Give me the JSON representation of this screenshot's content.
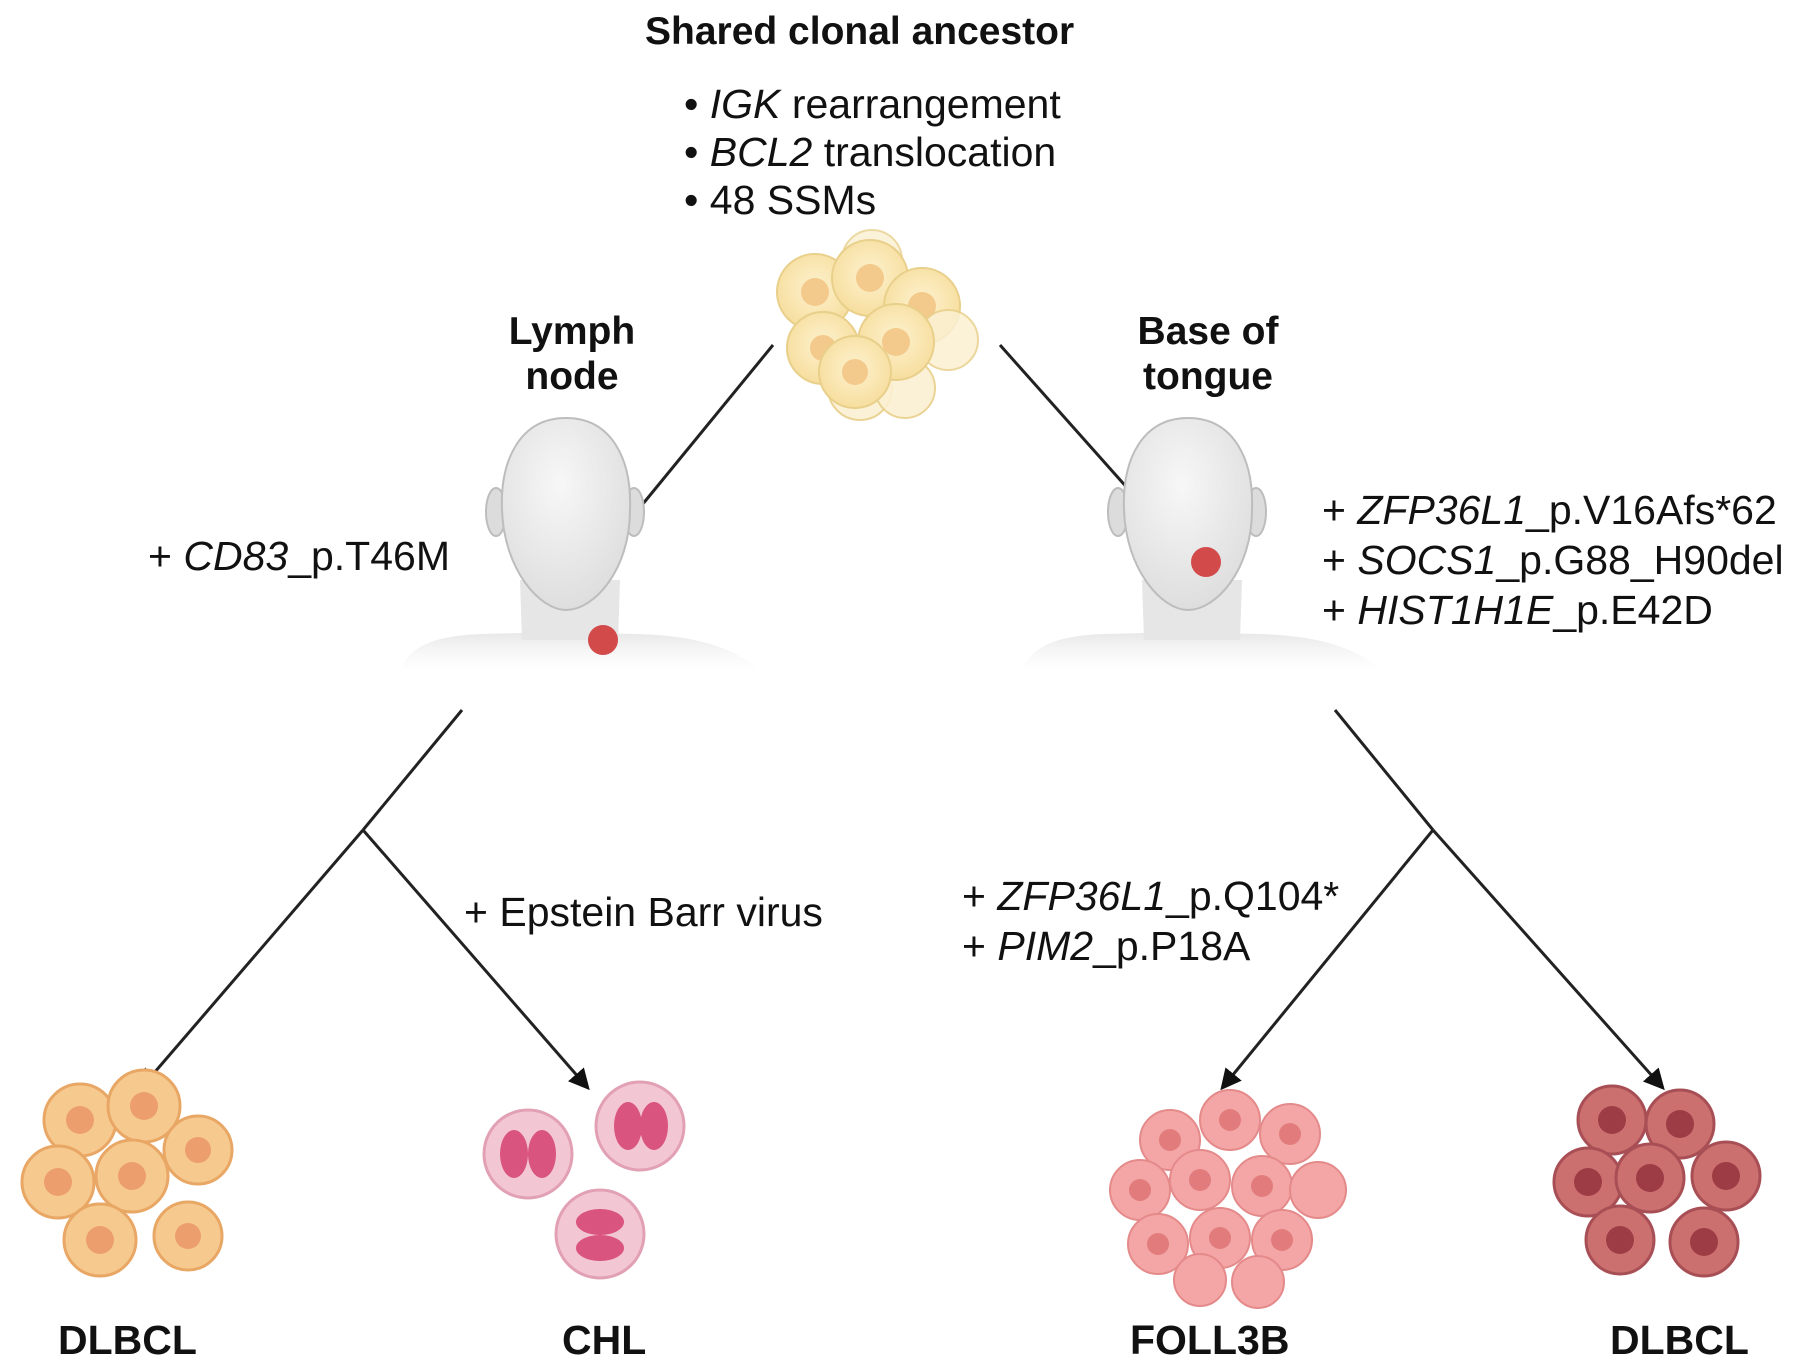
{
  "ancestor": {
    "title": "Shared clonal ancestor",
    "features": [
      {
        "bullet": "•",
        "gene": "IGK",
        "text": "rearrangement"
      },
      {
        "bullet": "•",
        "gene": "BCL2",
        "text": "translocation"
      },
      {
        "bullet": "•",
        "text": "48 SSMs"
      }
    ]
  },
  "sites": {
    "lymph_node": {
      "line1": "Lymph",
      "line2": "node"
    },
    "base_of_tongue": {
      "line1": "Base of",
      "line2": "tongue"
    }
  },
  "mutations": {
    "lymph_node": [
      {
        "prefix": "+",
        "gene": "CD83",
        "change": "_p.T46M"
      }
    ],
    "tongue": [
      {
        "prefix": "+",
        "gene": "ZFP36L1",
        "change": "_p.V16Afs*62"
      },
      {
        "prefix": "+",
        "gene": "SOCS1",
        "change": "_p.G88_H90del"
      },
      {
        "prefix": "+",
        "gene": "HIST1H1E",
        "change": "_p.E42D"
      }
    ],
    "chl": [
      {
        "prefix": "+",
        "text": "Epstein Barr virus"
      }
    ],
    "foll3b": [
      {
        "prefix": "+",
        "gene": "ZFP36L1",
        "change": "_p.Q104*"
      },
      {
        "prefix": "+",
        "gene": "PIM2",
        "change": "_p.P18A"
      }
    ]
  },
  "outcomes": [
    "DLBCL",
    "CHL",
    "FOLL3B",
    "DLBCL"
  ],
  "colors": {
    "tumor_marker": "#d24a4a",
    "ancestor_cells": "#f6dc9a",
    "dlbcl_left_cells": "#f6c98f",
    "chl_cells": "#f2c6d2",
    "foll3b_cells": "#f4a6a6",
    "dlbcl_right_cells": "#cc6f6f"
  }
}
